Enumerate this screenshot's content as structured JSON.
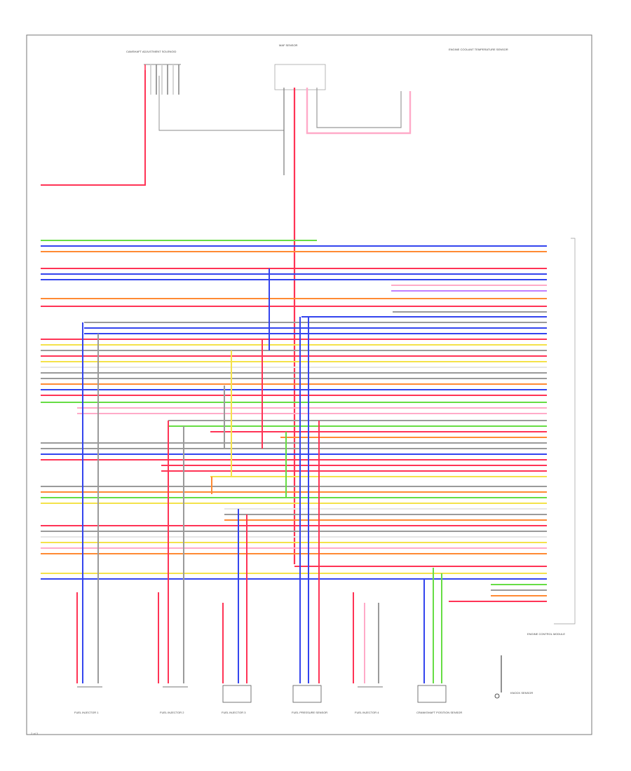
{
  "wire_colors": {
    "red": "#ff3355",
    "blue": "#3344ee",
    "green": "#66dd44",
    "yellow": "#f4e24a",
    "orange": "#ff8a33",
    "gray": "#9a9a9a",
    "pink": "#ffaac8",
    "brown": "#a0522d",
    "black": "#222222",
    "violet": "#c080ff",
    "white": "#e6e6e6"
  },
  "components": {
    "top_left": "CAMSHAFT ADJUSTMENT SOLENOID",
    "top_center": "MAF SENSOR",
    "top_right": "ENGINE COOLANT TEMPERATURE SENSOR",
    "ecm": "ENGINE CONTROL MODULE",
    "bottom": [
      "FUEL INJECTOR 1",
      "FUEL INJECTOR 2",
      "FUEL INJECTOR 3",
      "FUEL PRESSURE SENSOR",
      "FUEL INJECTOR 4",
      "CRANKSHAFT POSITION SENSOR"
    ],
    "knock": "KNOCK SENSOR"
  },
  "footer": "2 of 3"
}
